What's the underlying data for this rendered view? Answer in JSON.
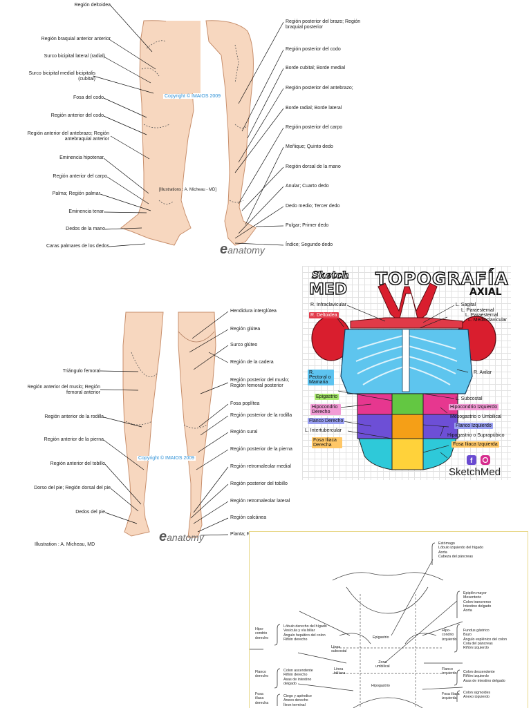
{
  "arm": {
    "left_labels": [
      "Región deltoidea",
      "Región braquial anterior anterior",
      "Surco bicipital lateral (radial)",
      "Surco bicipital medial bicipitalis (cubital)",
      "Fosa del codo",
      "Región anterior del codo",
      "Región anterior del antebrazo; Región antebraquial anterior",
      "Eminencia hipotenar",
      "Región anterior del carpo",
      "Palma; Región palmar",
      "Eminencia tenar",
      "Dedos de la mano",
      "Caras palmares de los dedos"
    ],
    "right_labels": [
      "Región posterior del brazo; Región braquial posterior",
      "Región posterior del codo",
      "Borde cubital; Borde medial",
      "Región posterior del antebrazo;",
      "Borde radial; Borde lateral",
      "Región posterior del carpo",
      "Meñique; Quinto dedo",
      "Región dorsal de la mano",
      "Anular; Cuarto dedo",
      "Dedo medio; Tercer dedo",
      "Pulgar; Primer dedo",
      "Índice; Segundo dedo"
    ],
    "copyright": "Copyright © IMAIOS 2009",
    "credit": "[Illustrations : A. Micheau - MD]",
    "brand": "anatomy"
  },
  "leg": {
    "left_labels": [
      "Triángulo femoral",
      "Región anterior del muslo; Región femoral anterior",
      "Región anterior de la rodilla",
      "Región anterior de la pierna",
      "Región anterior del tobillo",
      "Dorso del pie; Región dorsal del pie",
      "Dedos del pie"
    ],
    "right_labels": [
      "Hendidura interglútea",
      "Región glútea",
      "Surco glúteo",
      "Región de la cadera",
      "Región posterior del muslo; Región femoral posterior",
      "Fosa poplítea",
      "Región posterior de la rodilla",
      "Región sural",
      "Región posterior de la pierna",
      "Región retromaleolar medial",
      "Región posterior del tobillo",
      "Región retromaleolar lateral",
      "Región calcánea",
      "Planta; Región plantar"
    ],
    "copyright": "Copyright © IMAIOS 2009",
    "credit": "Illustration : A. Micheau, MD",
    "brand": "anatomy"
  },
  "sketchmed": {
    "logo_top": "Sketch",
    "logo_bottom": "MED",
    "title": "TOPOGRAFÍA",
    "subtitle": "AXIAL",
    "footer": "SketchMed",
    "labels_left": [
      {
        "text": "R. Infraclavicular",
        "color": "#ffffff"
      },
      {
        "text": "R. Deltoidea",
        "color": "#ffffff"
      },
      {
        "text": "R. Pectoral o Mamaria",
        "color": "#5dc3f0"
      },
      {
        "text": "Epigastrio",
        "color": "#a6e86a"
      },
      {
        "text": "Hipocondrio Derecho",
        "color": "#f29bd5"
      },
      {
        "text": "Flanco Derecho",
        "color": "#9aa0f2"
      },
      {
        "text": "L. Intertubercular",
        "color": "#ffffff"
      },
      {
        "text": "Fosa Iliaca Derecha",
        "color": "#ffc766"
      }
    ],
    "labels_right": [
      {
        "text": "L. Sagital",
        "color": "#ffffff"
      },
      {
        "text": "L. Paraesternal",
        "color": "#ffffff"
      },
      {
        "text": "L. Paraesternal",
        "color": "#ffffff"
      },
      {
        "text": "L. Medioclavicular",
        "color": "#ffffff"
      },
      {
        "text": "R. Axilar",
        "color": "#ffffff"
      },
      {
        "text": "L. Subcostal",
        "color": "#ffffff"
      },
      {
        "text": "Hipocondrio Izquierdo",
        "color": "#f29bd5"
      },
      {
        "text": "Mesogastrio o Umbilical",
        "color": "#ffffff"
      },
      {
        "text": "Flanco Izquierdo",
        "color": "#9aa0f2"
      },
      {
        "text": "Hipogastrio o Suprapúbico",
        "color": "#ffffff"
      },
      {
        "text": "Fosa Iliaca Izquierda",
        "color": "#ffc766"
      }
    ],
    "colors": {
      "muscle_red": "#d91e2e",
      "chest_blue": "#5ec5ee",
      "epigastrio_green": "#63c742",
      "hipocondrio_pink": "#e6378f",
      "flanco_purple": "#6d4fd6",
      "umbilical_orange": "#f59f17",
      "hipogastrio_yellow": "#ffd23a",
      "fosa_cyan": "#2ec9d9",
      "grid": "#dcdcdc"
    }
  },
  "abdomen": {
    "top_list": "Estómago\nLóbulo izquierdo del hígado\nAorta\nCabeza del páncreas",
    "epigastric_list": "Epiplón mayor\nMesenterio\nColon transverso\nIntestino delgado\nAorta",
    "left_hypochondrium_list": "Lóbulo derecho del hígado\nVesícula y vía biliar\nÁngulo hepático del colon\nRiñón derecho",
    "right_hypochondrium_list": "Fundus gástrico\nBazo\nÁngulo esplénico del colon\nCola del páncreas\nRiñón izquierdo",
    "left_flank_list": "Colon ascendente\nRiñón derecho\nAsas de intestino\ndelgado",
    "right_flank_list": "Colon descendente\nRiñón izquierdo\nAsas de intestino delgado",
    "left_iliac_list": "Ciego y apéndice\nAnexo derecho\nÍleon terminal",
    "right_iliac_list": "Colon sigmoides\nAnexo izquierdo",
    "region_hipocondrio_der": "Hipo-\ncondrio\nderecho",
    "region_flanco_der": "Flanco\nderecho",
    "region_fosa_der": "Fosa\nilíaca\nderecha",
    "region_hipocondrio_izq": "Hipo-\ncondrio\nizquierdo",
    "region_flanco_izq": "Flanco\nizquierdo",
    "region_fosa_izq": "Fosa ilíaca\nizquierda",
    "center_epigastrio": "Epigastrio",
    "center_zona": "Zona\numbilical",
    "center_hipogastrio": "Hipogastrio",
    "center_linea_sub": "Línea\nsubcostal",
    "center_linea_bi": "Línea\nbiilíaca"
  }
}
